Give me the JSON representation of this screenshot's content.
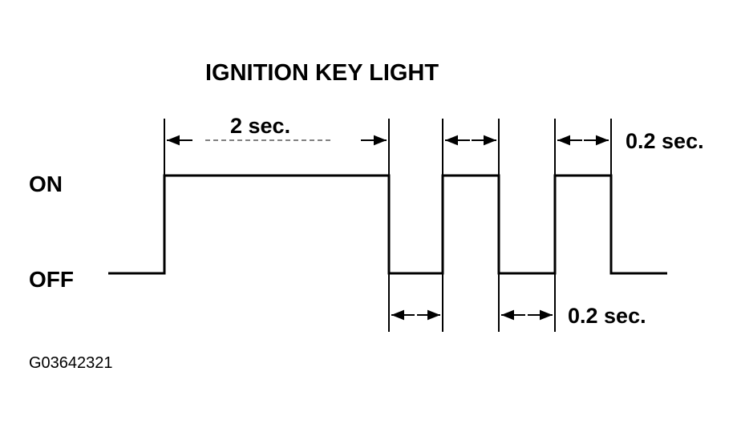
{
  "diagram": {
    "title": "IGNITION KEY LIGHT",
    "state_on": "ON",
    "state_off": "OFF",
    "duration_on_first": "2 sec.",
    "duration_pulse_top": "0.2 sec.",
    "duration_pulse_bottom": "0.2 sec.",
    "figure_ref": "G03642321",
    "waveform": {
      "sequence": [
        "OFF",
        "ON",
        "OFF",
        "ON",
        "OFF",
        "ON",
        "OFF"
      ],
      "first_on_seconds": 2,
      "pulse_seconds": 0.2
    }
  }
}
